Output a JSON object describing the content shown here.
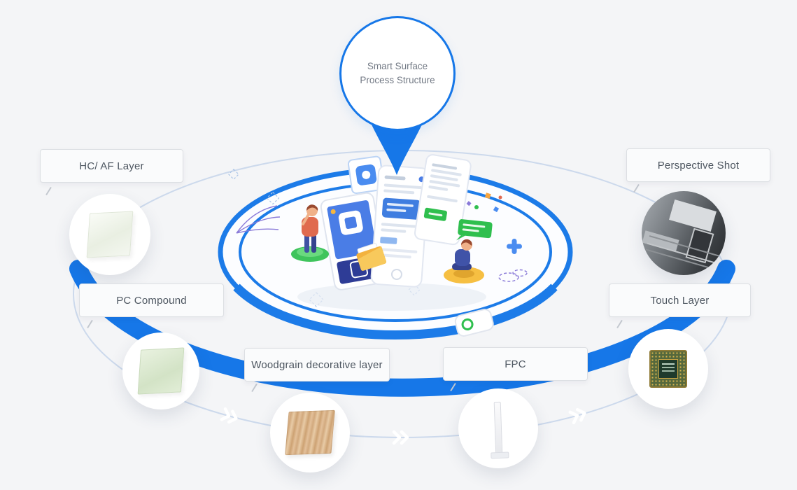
{
  "page": {
    "background": "#f4f5f7",
    "accent": "#1677e8",
    "path_light": "#ccd9ec"
  },
  "pin": {
    "title": "Smart Surface Process Structure"
  },
  "nodes": [
    {
      "id": "hc-af-layer",
      "label": "HC/ AF Layer",
      "thumbnail": "clear-coating-sheet"
    },
    {
      "id": "pc-compound",
      "label": "PC Compound",
      "thumbnail": "green-pc-sheet"
    },
    {
      "id": "woodgrain-decorative-layer",
      "label": "Woodgrain decorative layer",
      "thumbnail": "woodgrain-sheet"
    },
    {
      "id": "fpc",
      "label": "FPC",
      "thumbnail": "fpc-strip"
    },
    {
      "id": "touch-layer",
      "label": "Touch Layer",
      "thumbnail": "cpu-touch-chip"
    },
    {
      "id": "perspective-shot",
      "label": "Perspective Shot",
      "thumbnail": "circuit-photo"
    }
  ]
}
